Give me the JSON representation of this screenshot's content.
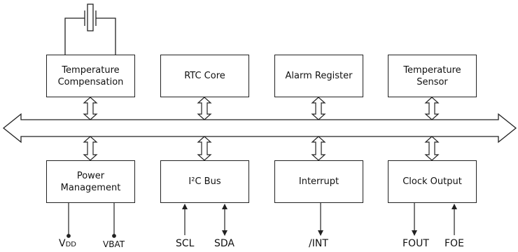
{
  "blocks_top": [
    {
      "line1": "Temperature",
      "line2": "Compensation"
    },
    {
      "line1": "RTC Core",
      "line2": ""
    },
    {
      "line1": "Alarm Register",
      "line2": ""
    },
    {
      "line1": "Temperature",
      "line2": "Sensor"
    }
  ],
  "blocks_bottom": [
    {
      "line1": "Power",
      "line2": "Management"
    },
    {
      "line1": "I²C Bus",
      "line2": ""
    },
    {
      "line1": "Interrupt",
      "line2": ""
    },
    {
      "line1": "Clock Output",
      "line2": ""
    }
  ],
  "pins": {
    "vdd_main": "V",
    "vdd_sub": "DD",
    "vbat": "VBAT",
    "scl": "SCL",
    "sda": "SDA",
    "int": "/INT",
    "fout": "FOUT",
    "foe": "FOE"
  },
  "colors": {
    "line": "#222222",
    "background": "#ffffff"
  }
}
